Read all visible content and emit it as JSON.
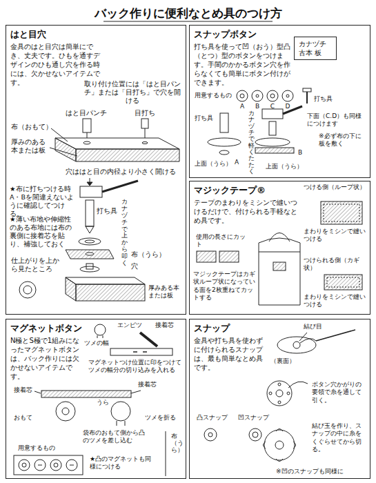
{
  "diagram": {
    "title": "バック作りに便利なとめ具のつけ方",
    "nodes": [
      {
        "text": [
          "はと目穴",
          "金具のはと目穴は簡単にでき、丈夫です。ひもを通すデザインのひも通し穴を作る時には、欠かせないアイテムです。"
        ]
      },
      {
        "text": [
          "スナップボタン",
          "打ち具を使って凹（おう）型凸（とつ）型のボタンをつけます。手間のかかるボタン穴を作らなくても簡単にボタン付けができます。"
        ]
      },
      {
        "text": [
          "カナヅチ 古本 板"
        ],
        "in": 1
      },
      {
        "text": [
          "マジックテープ®",
          "テープのまわりをミシンで縫いつけるだけで、付けられる手軽なとめ具です。"
        ]
      },
      {
        "text": [
          "マグネットボタン",
          "N極とS極で1組みになったマグネットボタンは、バック作りには欠かせないアイテムです。"
        ]
      },
      {
        "text": [
          "スナップ",
          "金具や打ち具を使わずに付けられるスナップは、最も簡単なとめ具です。"
        ]
      }
    ],
    "labels": [
      "取り付け位置には「はと目パンチ」または「目打ち」で穴を開ける",
      "はと目パンチ",
      "目打ち",
      "布（おもて）",
      "厚みのある本または板",
      "穴ははと目の内径より小さく開ける",
      "★布に打ちつける時A・Bを間違えないように確認してつける。",
      "★薄い布地や伸縮性のある布地には布の裏側に接着芯を貼り、補強しておく",
      "打ち具",
      "カナヅチで上から叩く",
      "布（うら）",
      "穴",
      "仕上がりを上から見たところ",
      "厚みある本または板",
      "用意するもの",
      "A",
      "B",
      "C",
      "D",
      "打ち具",
      "打ち具",
      "カナヅチで軽くたたく",
      "上面（うら）",
      "A",
      "下面（C.D）も同様につけます",
      "※必ず布の下に板を敷く",
      "B",
      "上面（うら）",
      "つける側（ループ状）",
      "まわりをミシンで縫いつける",
      "使用の長さにカット",
      "マジックテープはカギ状ループ状になっている面を2枚重ねてカットする",
      "つけられる側（カギ状）",
      "まわりをミシンで縫いつける",
      "エンピツ",
      "接着芯",
      "ツメの幅",
      "マグネットつけ位置に印をつけてツメの幅分の切り込みを入れる",
      "接着芯",
      "接着芯",
      "おもて",
      "うら",
      "袋布のおもて側から凸のツメを差し込む",
      "ツメを折る",
      "用意するもの",
      "★凸のマグネットも同様につける",
      "布（うら）",
      "結び目",
      "（裏面）",
      "ボタン穴かがりの要領で糸を通して引く。",
      "凸スナップ",
      "凹スナップ",
      "結び玉を作り、スナップの中に糸をくぐらせてから切る。",
      "※凹のスナップも同様に"
    ]
  }
}
